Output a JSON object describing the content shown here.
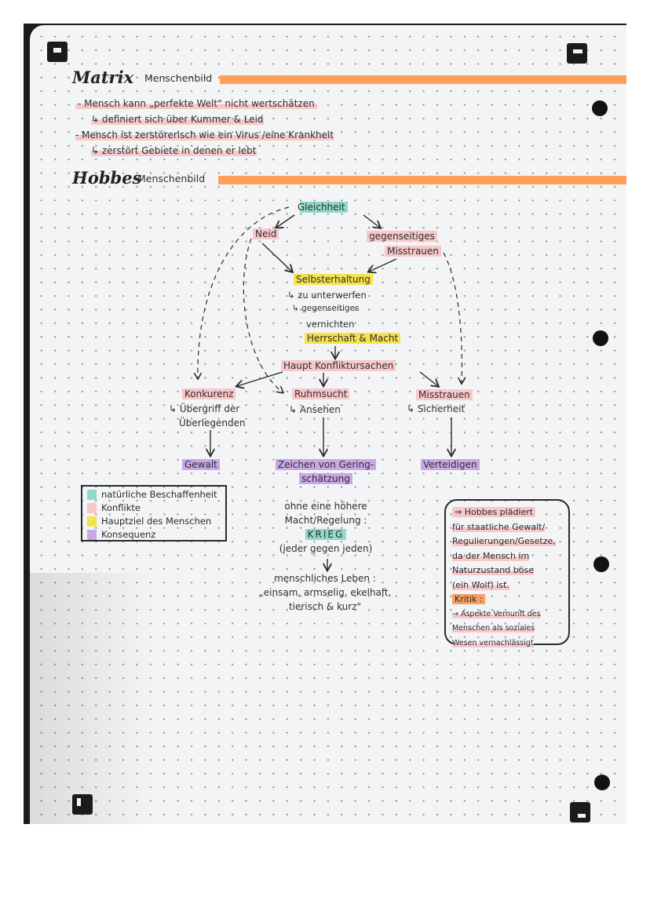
{
  "section_matrix": {
    "title": "Matrix",
    "subtitle": "Menschenbild",
    "lines": [
      "- Mensch kann „perfekte Welt\" nicht wertschätzen",
      "↳ definiert sich über Kummer & Leid",
      "- Mensch ist zerstörerisch wie ein Virus /eine Krankheit",
      "↳ zerstört Gebiete in denen er lebt"
    ]
  },
  "section_hobbes": {
    "title": "Hobbes",
    "subtitle": "Menschenbild"
  },
  "diagram": {
    "gleichheit": "Gleichheit",
    "neid": "Neid",
    "misstrauen_top_1": "gegenseitiges",
    "misstrauen_top_2": "Misstrauen",
    "selbsterhaltung": "Selbsterhaltung",
    "sub_1": "↳ zu unterwerfen",
    "sub_2": "↳ gegenseitiges",
    "sub_3": "vernichten",
    "herrschaft": "Herrschaft & Macht",
    "haupt": "Haupt Konfliktursachen",
    "konkurrenz": "Konkurenz",
    "konkurrenz_sub_1": "↳ Übergriff der",
    "konkurrenz_sub_2": "Überlegenden",
    "ruhmsucht": "Ruhmsucht",
    "ruhmsucht_sub": "↳ Ansehen",
    "misstrauen": "Misstrauen",
    "misstrauen_sub": "↳ Sicherheit",
    "gewalt": "Gewalt",
    "zeichen_1": "Zeichen von Gering-",
    "zeichen_2": "schätzung",
    "verteidigen": "Verteidigen",
    "ohne_1": "ohne eine höhere",
    "ohne_2": "Macht/Regelung :",
    "krieg": "KRIEG",
    "jeder": "(jeder gegen jeden)",
    "leben_1": "menschliches Leben :",
    "leben_2": "„einsam, armselig, ekelhaft,",
    "leben_3": "tierisch & kurz\""
  },
  "legend": [
    {
      "label": "natürliche Beschaffenheit",
      "color": "#8fdac8"
    },
    {
      "label": "Konflikte",
      "color": "#f7c7c9"
    },
    {
      "label": "Hauptziel des Menschen",
      "color": "#f5e24c"
    },
    {
      "label": "Konsequenz",
      "color": "#c9a6e6"
    }
  ],
  "verdict": {
    "lines": [
      "⇒ Hobbes plädiert",
      "für staatliche Gewalt/",
      "Regulierungen/Gesetze,",
      "da der Mensch im",
      "Naturzustand böse",
      "(ein Wolf) ist."
    ],
    "kritik": "Kritik :",
    "kritik_lines": [
      "→ Aspekte Vernunft des",
      "Menschen als soziales",
      "Wesen vernachlässigt"
    ]
  },
  "colors": {
    "accent_bar": "#ff9f5a",
    "natural": "#8fdac8",
    "conflict": "#f7c7c9",
    "goal": "#f5e24c",
    "consequence": "#c9a6e6"
  }
}
